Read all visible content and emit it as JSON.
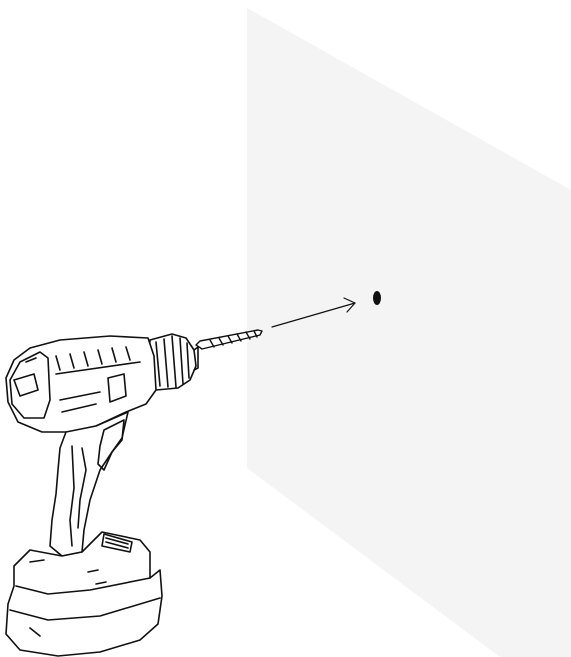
{
  "figure": {
    "elements": [
      "wall-panel",
      "drill",
      "drill-bit",
      "direction-arrow",
      "drill-hole"
    ],
    "colors": {
      "background": "#ffffff",
      "wall": "#f4f4f4",
      "outline": "#111111",
      "hole": "#111111"
    }
  }
}
